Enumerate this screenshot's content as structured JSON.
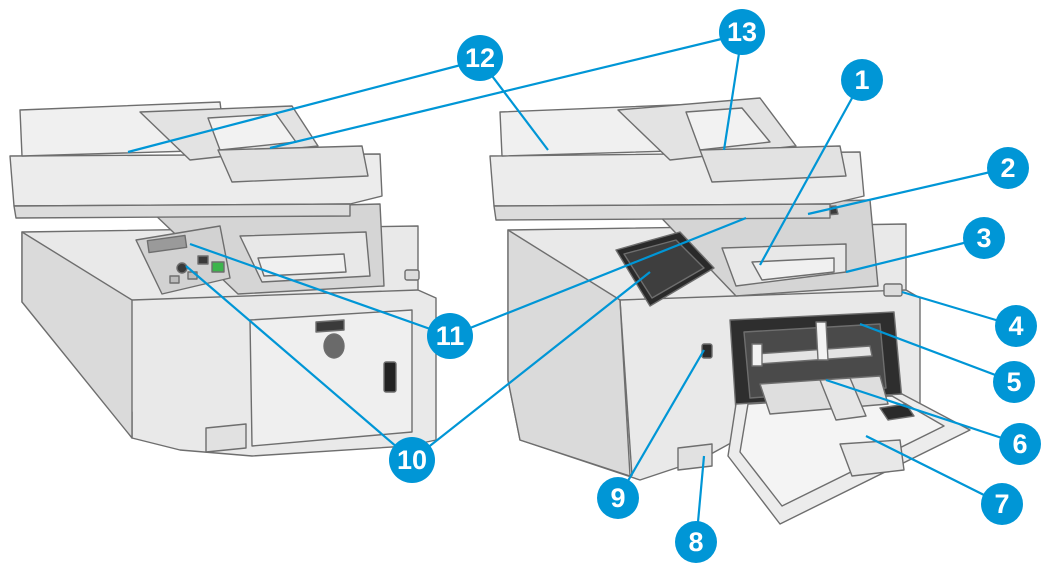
{
  "colors": {
    "callout_fill": "#0096d6",
    "leader_line": "#0096d6",
    "printer_outline": "#6e6e6e",
    "printer_body": "#e9e9e9",
    "printer_shade": "#d2d2d2",
    "printer_dark": "#3a3a3a"
  },
  "callouts": [
    {
      "id": "1",
      "label": "1"
    },
    {
      "id": "2",
      "label": "2"
    },
    {
      "id": "3",
      "label": "3"
    },
    {
      "id": "4",
      "label": "4"
    },
    {
      "id": "5",
      "label": "5"
    },
    {
      "id": "6",
      "label": "6"
    },
    {
      "id": "7",
      "label": "7"
    },
    {
      "id": "8",
      "label": "8"
    },
    {
      "id": "9",
      "label": "9"
    },
    {
      "id": "10",
      "label": "10"
    },
    {
      "id": "11",
      "label": "11"
    },
    {
      "id": "12",
      "label": "12"
    },
    {
      "id": "13",
      "label": "13"
    }
  ]
}
